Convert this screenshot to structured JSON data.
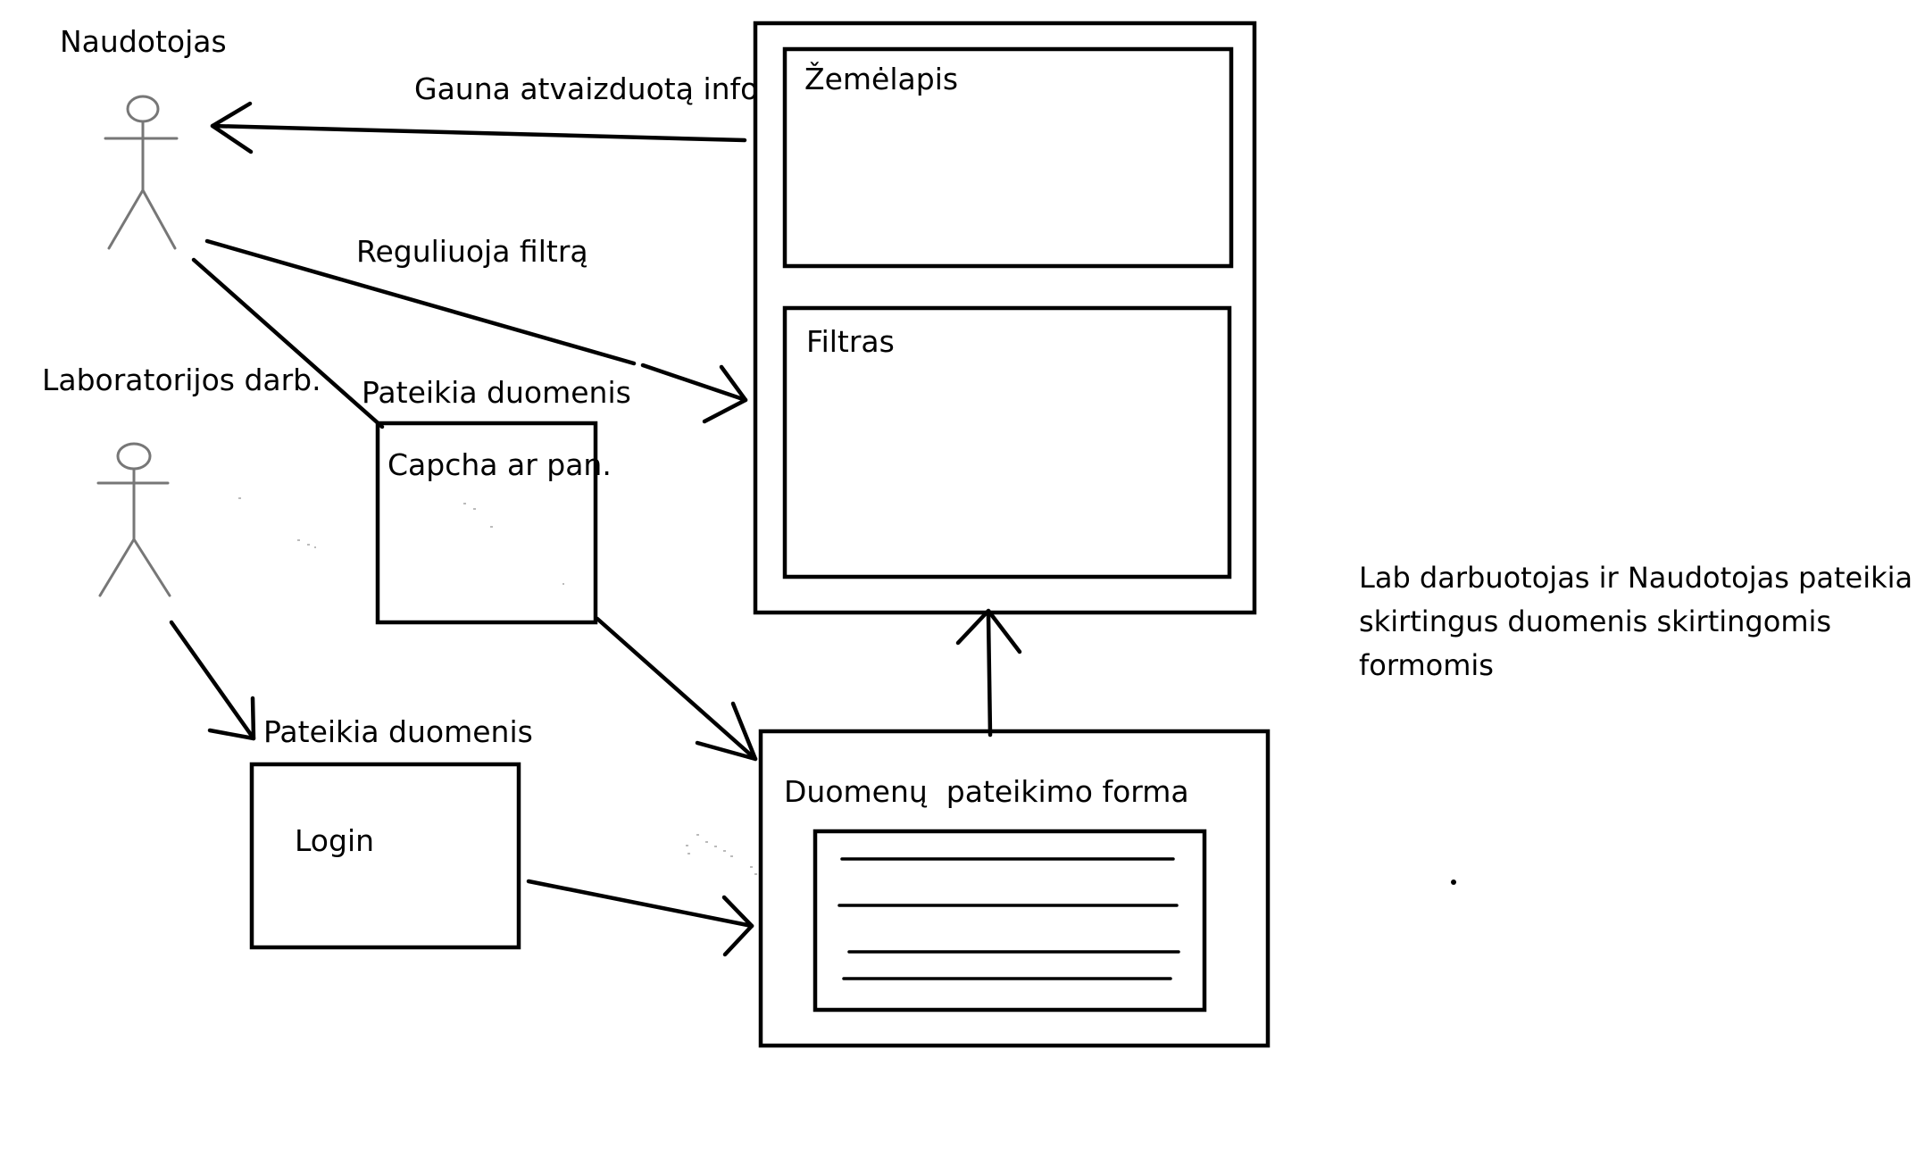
{
  "actors": {
    "user": "Naudotojas",
    "lab_worker": "Laboratorijos darb."
  },
  "flows": {
    "receives_info": "Gauna atvaizduotą info",
    "adjusts_filter": "Reguliuoja filtrą",
    "user_submits_data": "Pateikia duomenis",
    "lab_submits_data": "Pateikia duomenis"
  },
  "components": {
    "map": "Žemėlapis",
    "filter": "Filtras",
    "captcha": "Capcha ar pan.",
    "login": "Login",
    "data_form": "Duomenų  pateikimo forma"
  },
  "note": {
    "lines": [
      "Lab darbuotojas ir Naudotojas pateikia",
      "skirtingus duomenis skirtingomis",
      "formomis"
    ]
  },
  "colors": {
    "ink": "#000000",
    "actor_stroke": "#777777",
    "background": "#ffffff"
  }
}
